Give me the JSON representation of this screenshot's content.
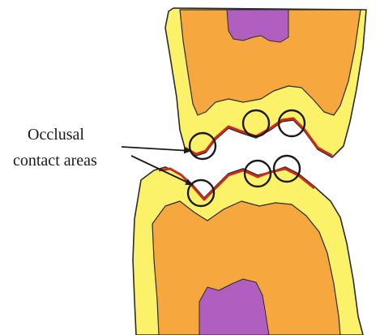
{
  "annotation": {
    "line1": "Occlusal",
    "line2": "contact areas"
  },
  "colors": {
    "enamel": "#fbf26a",
    "dentin": "#f6a83f",
    "pulp": "#b05fc0",
    "contact_strip": "#cc2a1c",
    "outline": "#2b2b2b",
    "background": "#ffffff"
  },
  "structures": [
    "upper-tooth",
    "lower-tooth"
  ],
  "contact_marker_count": 6
}
